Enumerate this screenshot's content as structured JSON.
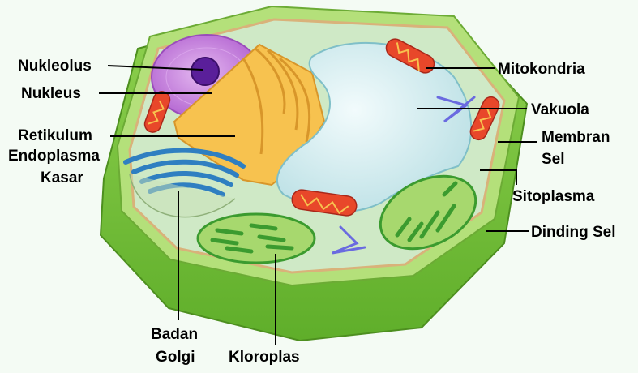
{
  "labels": {
    "nucleolus": "Nukleolus",
    "nucleus": "Nukleus",
    "rer_line1": "Retikulum",
    "rer_line2": "Endoplasma",
    "rer_line3": "Kasar",
    "mitochondria": "Mitokondria",
    "vacuole": "Vakuola",
    "membrane_line1": "Membran",
    "membrane_line2": "Sel",
    "cytoplasm": "Sitoplasma",
    "cell_wall": "Dinding Sel",
    "golgi_line1": "Badan",
    "golgi_line2": "Golgi",
    "chloroplast": "Kloroplas"
  },
  "colors": {
    "background": "#f4fbf4",
    "cell_wall_outer": "#7ac943",
    "cell_wall_top": "#a8d86a",
    "cytoplasm": "#c8e6c0",
    "nucleus": "#c47ad8",
    "nucleolus": "#5a1f9a",
    "rough_er": "#f5b942",
    "golgi": "#2f7fc1",
    "vacuole": "#d8eef0",
    "mitochondria": "#e8472a",
    "chloroplast": "#3b9b2f"
  }
}
